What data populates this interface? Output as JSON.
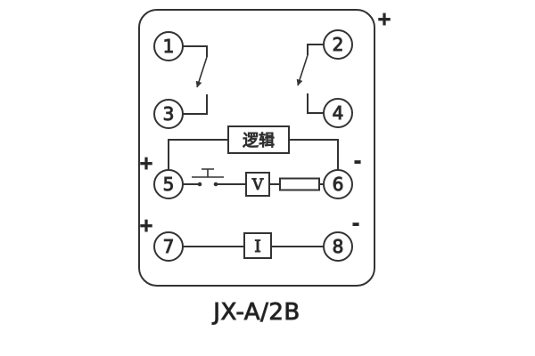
{
  "diagram": {
    "title": "JX-A/2B",
    "terminals": {
      "t1": "1",
      "t2": "2",
      "t3": "3",
      "t4": "4",
      "t5": "5",
      "t6": "6",
      "t7": "7",
      "t8": "8"
    },
    "labels": {
      "logic": "逻辑",
      "voltage": "V",
      "current": "I"
    },
    "polarity": {
      "top_right": "+",
      "mid_left": "+",
      "mid_right": "-",
      "bottom_left": "+",
      "bottom_right": "-"
    },
    "colors": {
      "line": "#333333",
      "background": "#ffffff"
    }
  }
}
